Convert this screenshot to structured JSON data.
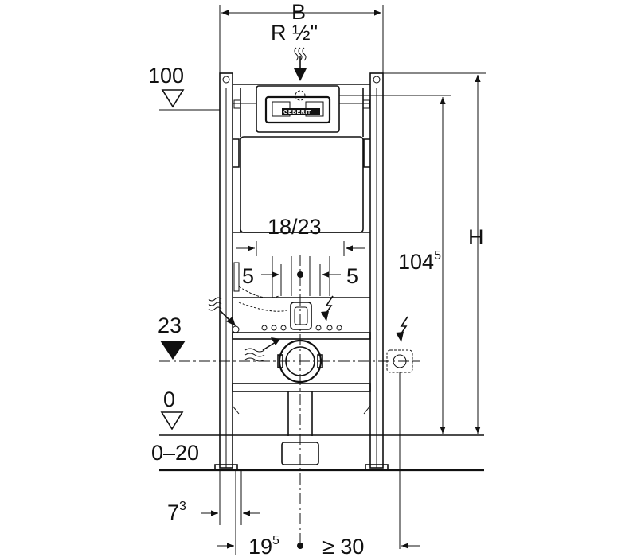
{
  "diagram": {
    "labels": {
      "width": "B",
      "supply_pipe": "R ½\"",
      "level_top": "100",
      "level_mid": "23",
      "level_floor": "0",
      "floor_range": "0–20",
      "overall_height": "H",
      "frame_height_main": "104",
      "frame_height_sup": "5",
      "spacing_center": "18/23",
      "spacing_left": "5",
      "spacing_right": "5",
      "offset_left_main": "7",
      "offset_left_sup": "3",
      "bottom_left_main": "19",
      "bottom_left_sup": "5",
      "bottom_right": "≥ 30",
      "logo": "GEBERIT"
    }
  }
}
